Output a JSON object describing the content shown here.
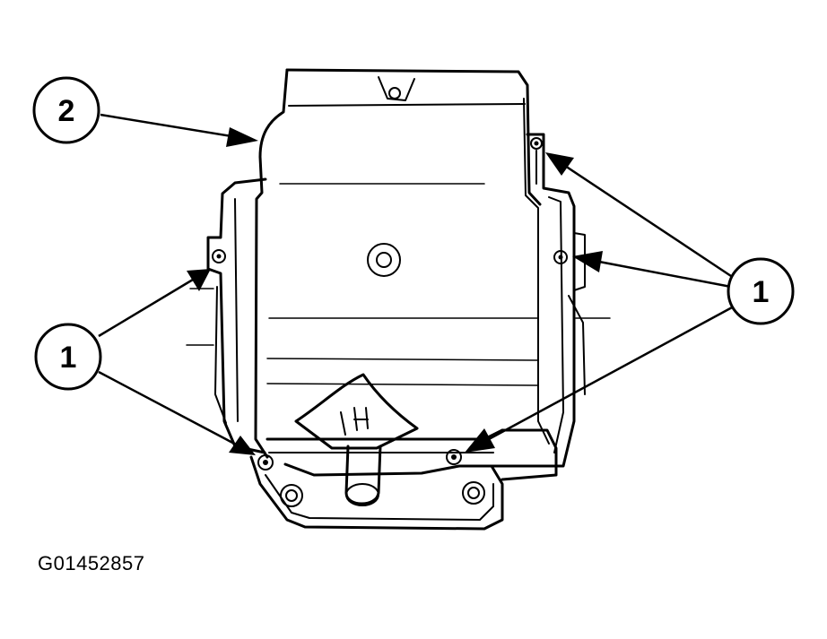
{
  "figure_id": "G01452857",
  "callouts": [
    {
      "label": "2"
    },
    {
      "label": "1"
    },
    {
      "label": "1"
    }
  ],
  "colors": {
    "ink": "#000000",
    "background": "#ffffff"
  }
}
